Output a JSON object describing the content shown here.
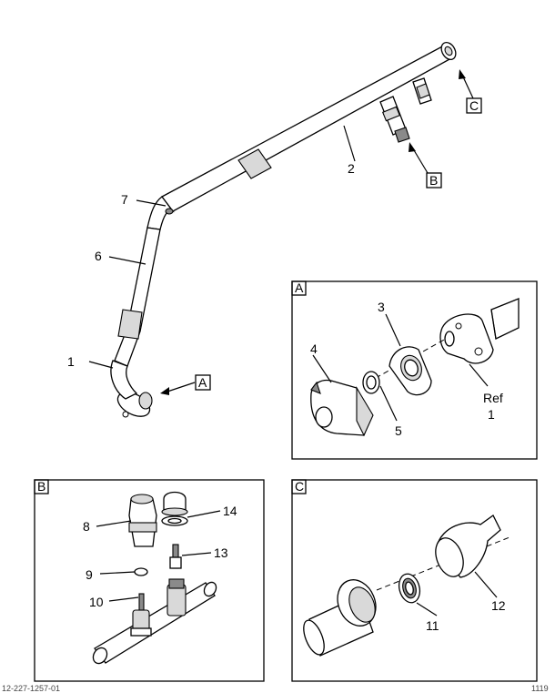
{
  "callouts": {
    "c1": "1",
    "c2": "2",
    "c3": "3",
    "c4": "4",
    "c5": "5",
    "c6": "6",
    "c7": "7",
    "c8": "8",
    "c9": "9",
    "c10": "10",
    "c11": "11",
    "c12": "12",
    "c13": "13",
    "c14": "14",
    "ref_word": "Ref",
    "ref_num": "1"
  },
  "view_letters": {
    "a": "A",
    "b": "B",
    "c": "C"
  },
  "footer": {
    "left": "12-227-1257-01",
    "right": "1119"
  }
}
